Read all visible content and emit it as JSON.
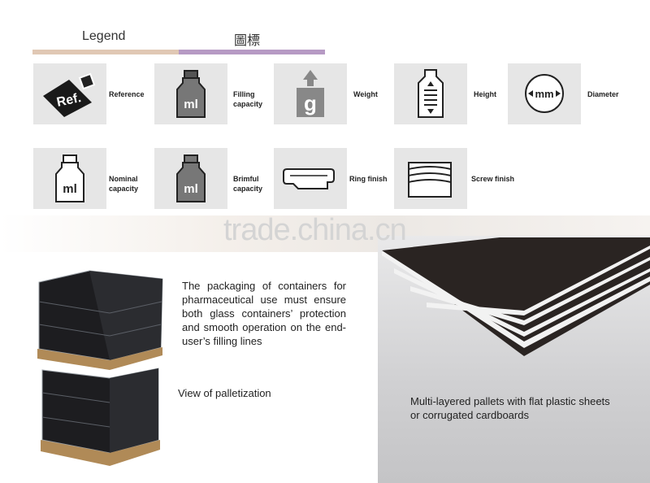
{
  "legend": {
    "title_en": "Legend",
    "title_zh": "圖標",
    "bar_colors": [
      "#e0c8b4",
      "#b69ac4"
    ]
  },
  "icons": [
    {
      "icon": "ref-icon",
      "label": "Reference"
    },
    {
      "icon": "ml-bottle-dark-icon",
      "label": "Filling\ncapacity"
    },
    {
      "icon": "weight-icon",
      "label": "Weight"
    },
    {
      "icon": "height-icon",
      "label": "Height"
    },
    {
      "icon": "diameter-icon",
      "label": "Diameter"
    },
    {
      "icon": "ml-bottle-outline-icon",
      "label": "Nominal\ncapacity"
    },
    {
      "icon": "ml-bottle-brimful-icon",
      "label": "Brimful\ncapacity"
    },
    {
      "icon": "ring-finish-icon",
      "label": "Ring finish"
    },
    {
      "icon": "screw-finish-icon",
      "label": "Screw finish"
    }
  ],
  "icon_texts": {
    "ref": "Ref.",
    "ml": "ml",
    "g": "g",
    "mm": "mm"
  },
  "watermark": "trade.china.cn",
  "packaging_text": "The packaging of containers for pharmaceutical use must ensure both glass containers’ protection and smooth operation on the end-user’s filling lines",
  "palletization_caption": "View of palletization",
  "pallet_caption": "Multi-layered pallets with flat plastic sheets or corrugated cardboards"
}
